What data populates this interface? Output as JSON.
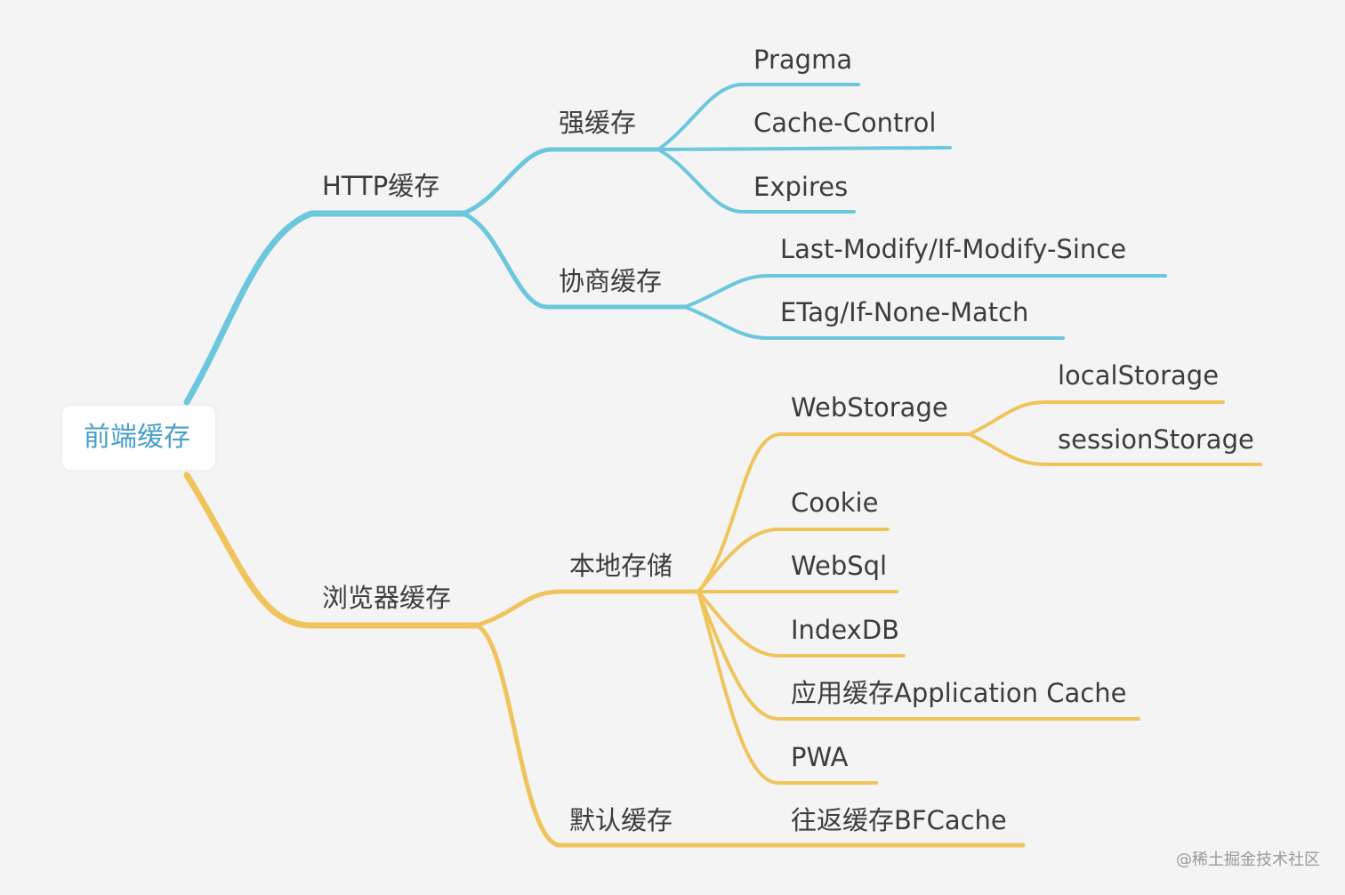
{
  "colors": {
    "http_branch": "#6cc7dd",
    "browser_branch": "#f0c45c",
    "root_text": "#4a9fc8",
    "label_text": "#3c3c3c"
  },
  "root": {
    "label": "前端缓存"
  },
  "http": {
    "label": "HTTP缓存",
    "strong": {
      "label": "强缓存",
      "items": [
        "Pragma",
        "Cache-Control",
        "Expires"
      ]
    },
    "negotiate": {
      "label": "协商缓存",
      "items": [
        "Last-Modify/If-Modify-Since",
        "ETag/If-None-Match"
      ]
    }
  },
  "browser": {
    "label": "浏览器缓存",
    "local": {
      "label": "本地存储",
      "webstorage": {
        "label": "WebStorage",
        "items": [
          "localStorage",
          "sessionStorage"
        ]
      },
      "items": [
        "Cookie",
        "WebSql",
        "IndexDB",
        "应用缓存Application Cache",
        "PWA"
      ]
    },
    "default": {
      "label": "默认缓存",
      "items": [
        "往返缓存BFCache"
      ]
    }
  },
  "watermark": "@稀土掘金技术社区"
}
